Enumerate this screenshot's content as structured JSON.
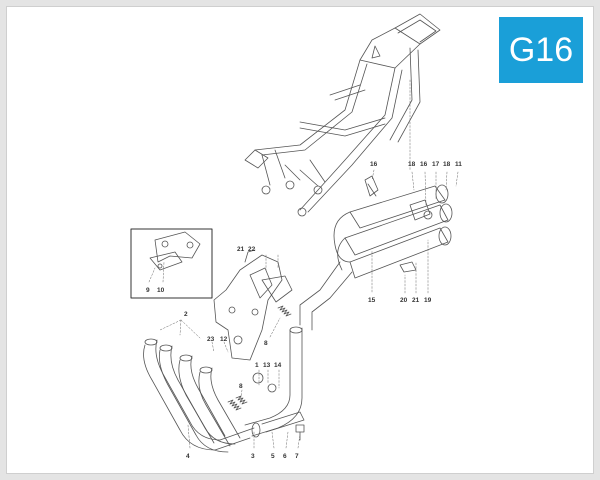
{
  "page_code": "G16",
  "colors": {
    "badge": "#1a9fd8",
    "line": "#555555",
    "frame": "#cfcfcf"
  },
  "callouts": {
    "c1": "1",
    "c2": "2",
    "c3": "3",
    "c4": "4",
    "c5": "5",
    "c6": "6",
    "c7": "7",
    "c8a": "8",
    "c8b": "8",
    "c9": "9",
    "c10": "10",
    "c11": "11",
    "c12": "12",
    "c13": "13",
    "c14": "14",
    "c15": "15",
    "c16a": "16",
    "c16b": "16",
    "c17": "17",
    "c18a": "18",
    "c18b": "18",
    "c19": "19",
    "c20": "20",
    "c21a": "21",
    "c21b": "21",
    "c22": "22",
    "c23": "23"
  }
}
